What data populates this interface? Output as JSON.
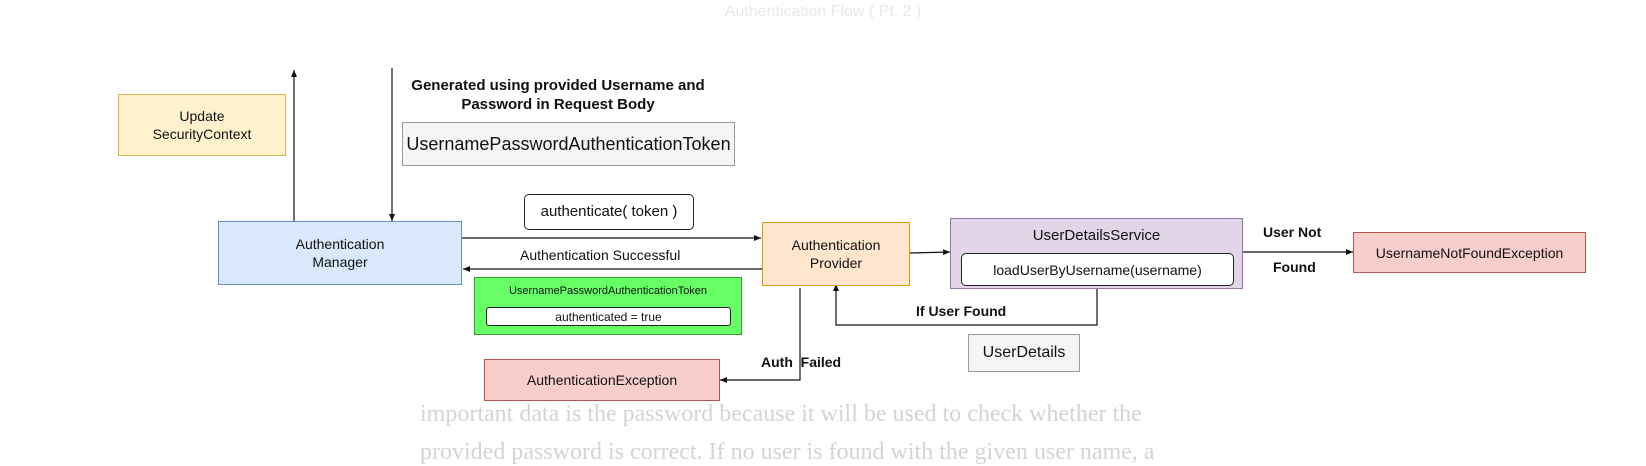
{
  "page": {
    "title": "Authentication Flow ( Pt. 2 )",
    "background_text": [
      "important data is the password because it will be used to check whether the",
      "provided password is correct. If no user is found with the given user name, a"
    ]
  },
  "diagram": {
    "nodes": {
      "update_security_context": "Update\nSecurityContext",
      "token_note": "Generated using provided Username and\nPassword in Request Body",
      "username_password_token": "UsernamePasswordAuthenticationToken",
      "authenticate_call": "authenticate( token )",
      "authentication_manager": "Authentication\nManager",
      "authentication_provider": "Authentication\nProvider",
      "user_details_service": "UserDetailsService",
      "load_user_by_username": "loadUserByUsername(username)",
      "username_not_found_exception": "UsernameNotFoundException",
      "authenticated_token_title": "UsernamePasswordAuthenticationToken",
      "authenticated_flag": "authenticated = true",
      "user_details": "UserDetails",
      "authentication_exception": "AuthenticationException"
    },
    "edge_labels": {
      "auth_successful": "Authentication Successful",
      "user_not": "User Not",
      "found": "Found",
      "if_user_found": "If User Found",
      "auth_failed": "Auth  Failed"
    },
    "colors": {
      "yellow": "#fff2cc",
      "blue": "#dae8fc",
      "orange": "#ffe6cc",
      "purple": "#e1d5e7",
      "red": "#f8cecc",
      "green": "#66ff66",
      "grey": "#f5f5f5"
    }
  }
}
